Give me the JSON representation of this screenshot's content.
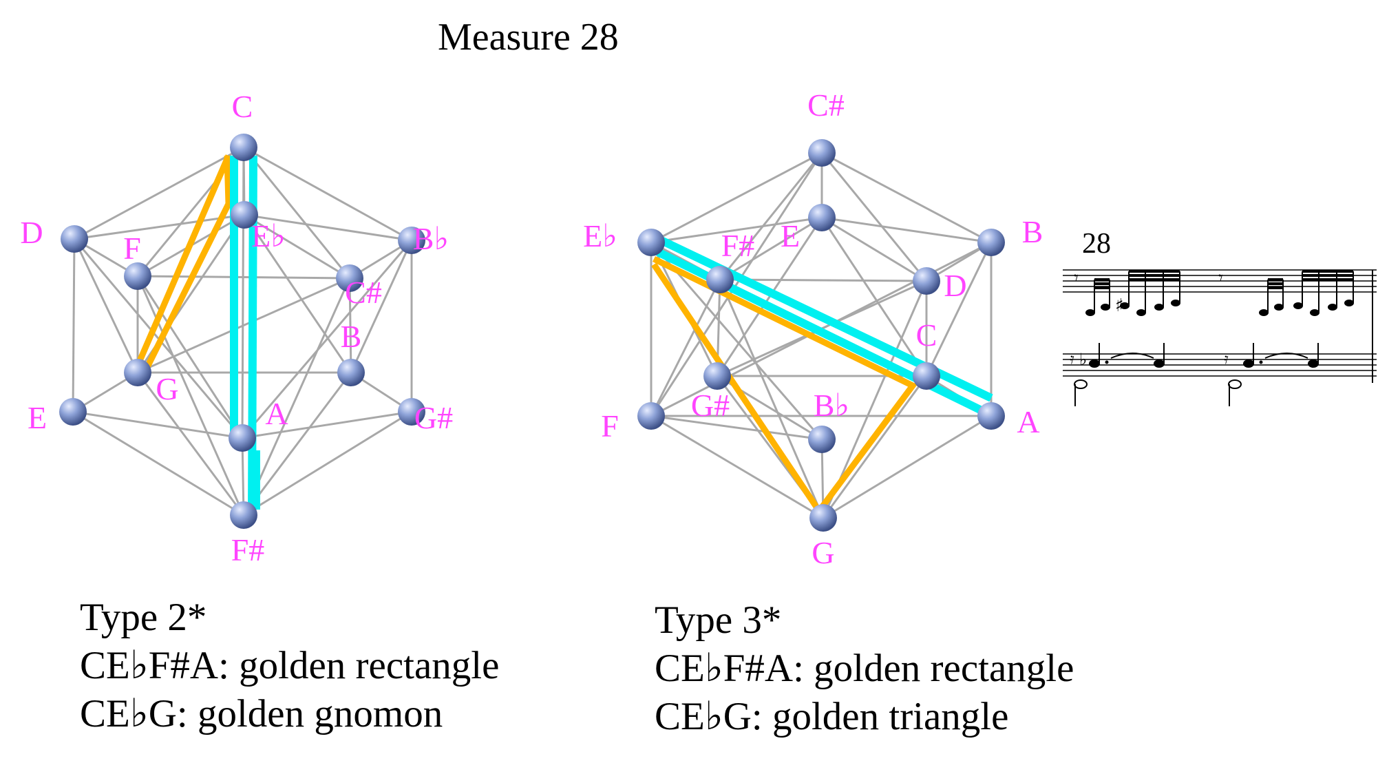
{
  "title": "Measure 28",
  "colors": {
    "label": "#ff44ff",
    "edge": "#a8a8a8",
    "gold": "#ffb300",
    "cyan": "#00f0f0",
    "node": "#7f95cc"
  },
  "left": {
    "labels": [
      "C",
      "E♭",
      "D",
      "F",
      "B♭",
      "C#",
      "B",
      "G",
      "E",
      "A",
      "G#",
      "F#"
    ],
    "caption": [
      "Type 2*",
      "CE♭F#A: golden rectangle",
      "CE♭G: golden gnomon"
    ]
  },
  "right": {
    "labels": [
      "C#",
      "E",
      "E♭",
      "F#",
      "B",
      "D",
      "C",
      "G#",
      "B♭",
      "F",
      "A",
      "G"
    ],
    "caption": [
      "Type 3*",
      "CE♭F#A: golden rectangle",
      "CE♭G: golden triangle"
    ]
  },
  "score": {
    "measure_number": "28",
    "staves": [
      "treble",
      "bass"
    ]
  }
}
